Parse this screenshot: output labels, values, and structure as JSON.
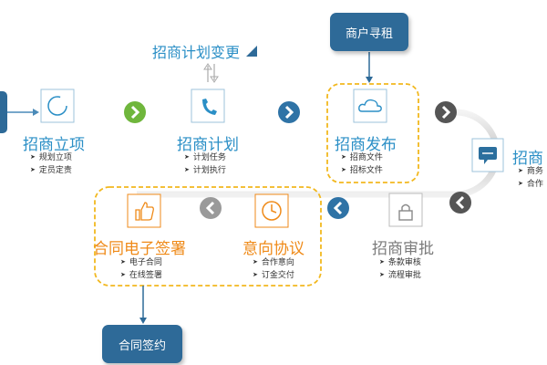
{
  "top_box": "商户寻租",
  "bottom_box": "合同签约",
  "plan_change": "招商计划变更",
  "stages": [
    {
      "key": "lixiang",
      "title": "招商立项",
      "items": [
        "规划立项",
        "定员定责"
      ]
    },
    {
      "key": "jihua",
      "title": "招商计划",
      "items": [
        "计划任务",
        "计划执行"
      ]
    },
    {
      "key": "fabu",
      "title": "招商发布",
      "items": [
        "招商文件",
        "招标文件"
      ]
    },
    {
      "key": "partial",
      "title": "招商",
      "items": [
        "商务",
        "合作"
      ]
    },
    {
      "key": "shenpi",
      "title": "招商审批",
      "items": [
        "条款审核",
        "流程审批"
      ]
    },
    {
      "key": "yixiang",
      "title": "意向协议",
      "items": [
        "合作意向",
        "订金交付"
      ]
    },
    {
      "key": "qianshu",
      "title": "合同电子签署",
      "items": [
        "电子合同",
        "在线签署"
      ]
    }
  ],
  "icons": [
    "circle-progress-icon",
    "phone-icon",
    "cloud-icon",
    "chat-icon",
    "lock-icon",
    "clock-icon",
    "thumbs-up-icon"
  ],
  "colors": {
    "blue": "#2b8fc6",
    "orange": "#ef8a18",
    "green": "#6fb63c",
    "gray": "#8a8a8a",
    "navy": "#2e6a98",
    "dashed": "#f2b81f"
  }
}
